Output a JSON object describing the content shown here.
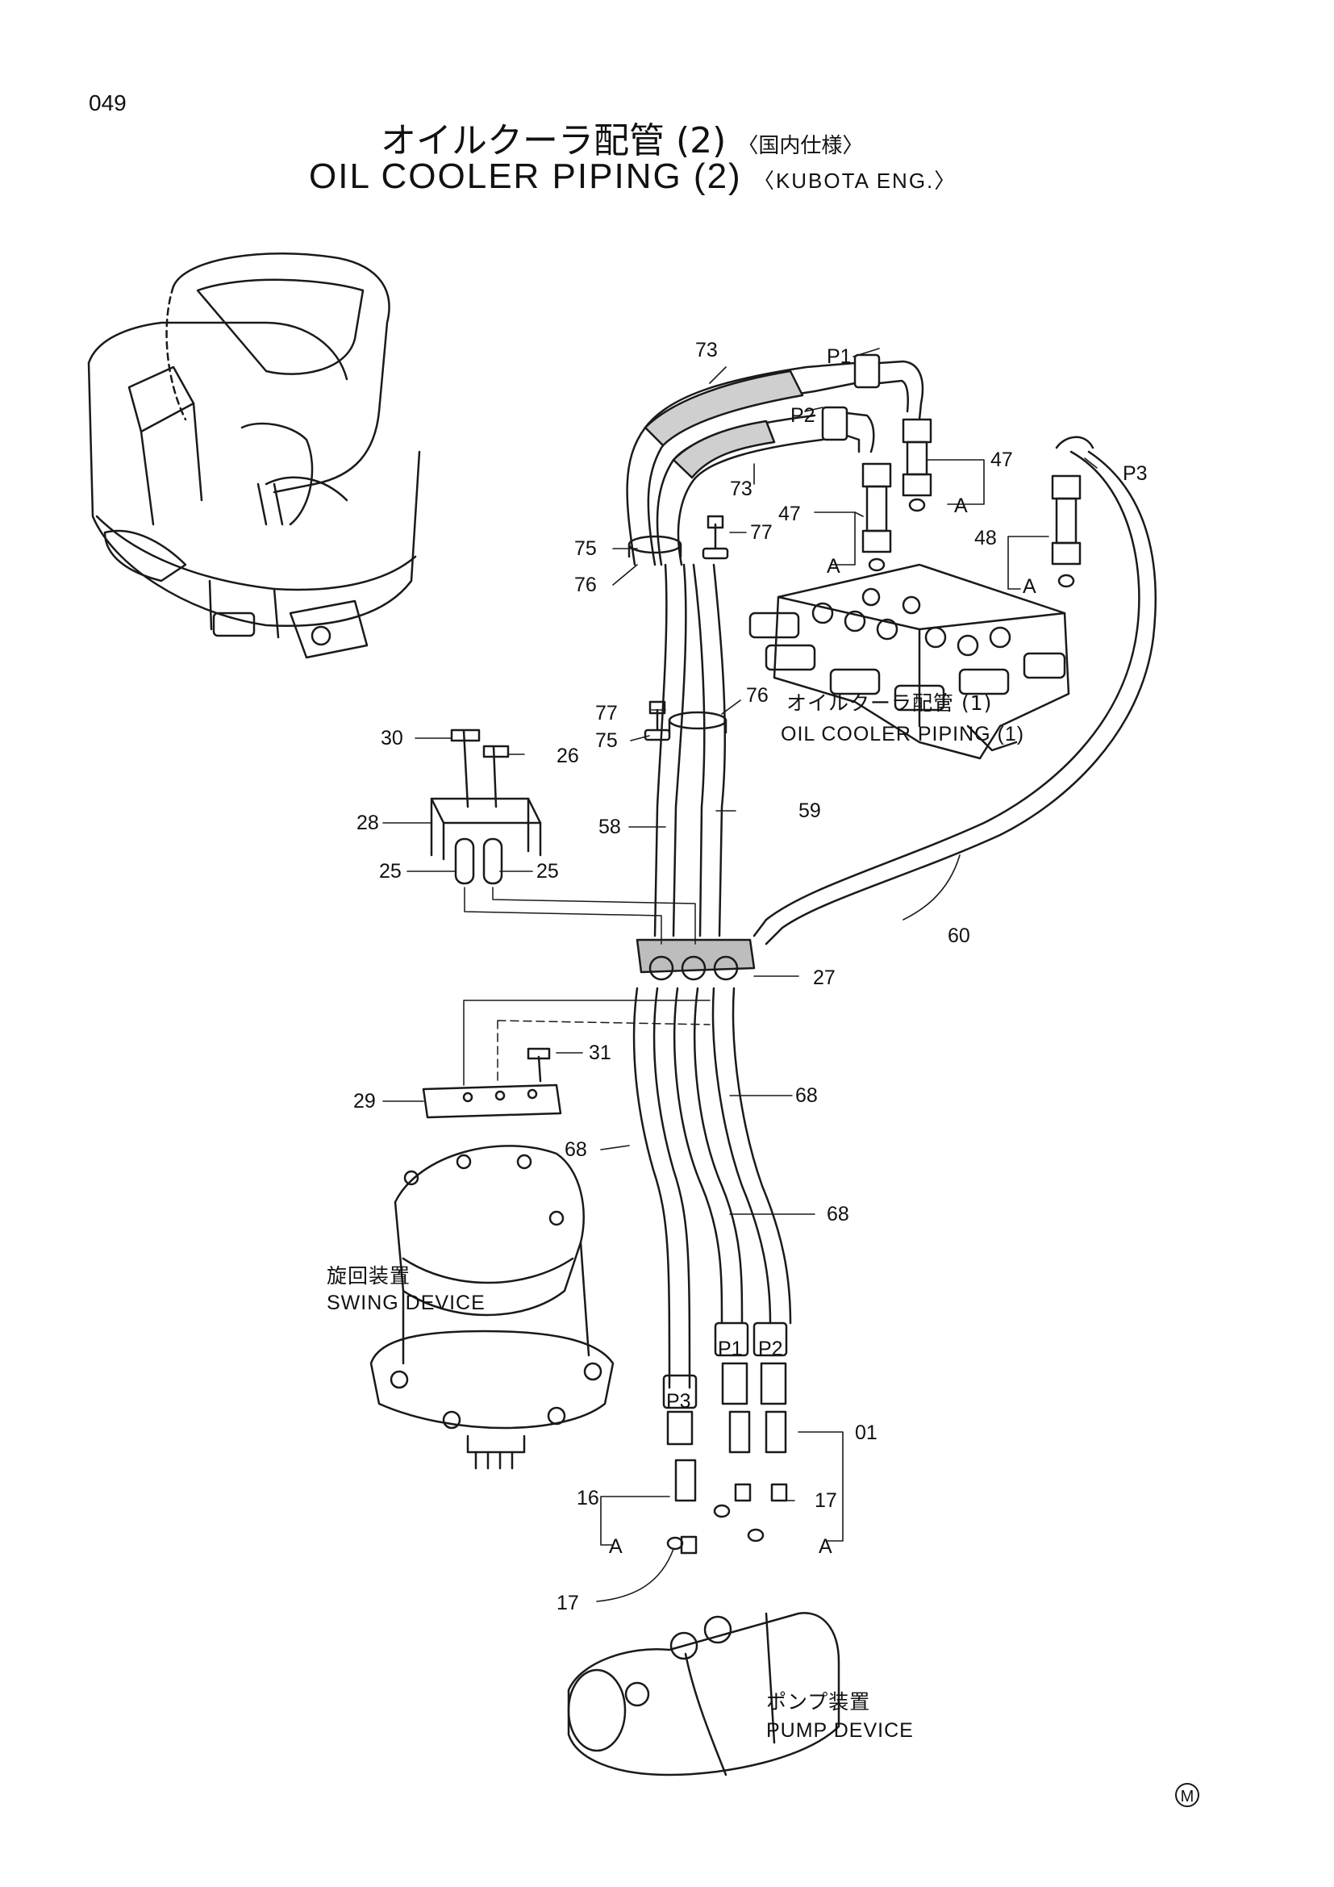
{
  "page_number": "049",
  "title_ja": "オイルクーラ配管 (2)",
  "title_ja_note": "〈国内仕様〉",
  "title_en": "OIL COOLER PIPING (2)",
  "title_en_note": "〈KUBOTA ENG.〉",
  "corner_mark": "M",
  "callouts": {
    "c73": "73",
    "c73b": "73",
    "p1_top": "P1",
    "p2_top": "P2",
    "p3_top": "P3",
    "c47a": "47",
    "c47b": "47",
    "c48": "48",
    "a1": "A",
    "a2": "A",
    "a3": "A",
    "c75a": "75",
    "c76a": "76",
    "c77a": "77",
    "c77b": "77",
    "c76b": "76",
    "c75b": "75",
    "c30": "30",
    "c26": "26",
    "c28": "28",
    "c25a": "25",
    "c25b": "25",
    "c58": "58",
    "c59": "59",
    "c60": "60",
    "c27": "27",
    "c31": "31",
    "c29": "29",
    "c68a": "68",
    "c68b": "68",
    "c68c": "68",
    "p1_bot": "P1",
    "p2_bot": "P2",
    "p3_bot": "P3",
    "c01": "01",
    "c16": "16",
    "c17a": "17",
    "c17b": "17",
    "a4": "A",
    "a5": "A"
  },
  "captions": {
    "oil_cooler_ja": "オイルクーラ配管 (1)",
    "oil_cooler_en": "OIL COOLER PIPING (1)",
    "swing_ja": "旋回装置",
    "swing_en": "SWING DEVICE",
    "pump_ja": "ポンプ装置",
    "pump_en": "PUMP DEVICE"
  }
}
